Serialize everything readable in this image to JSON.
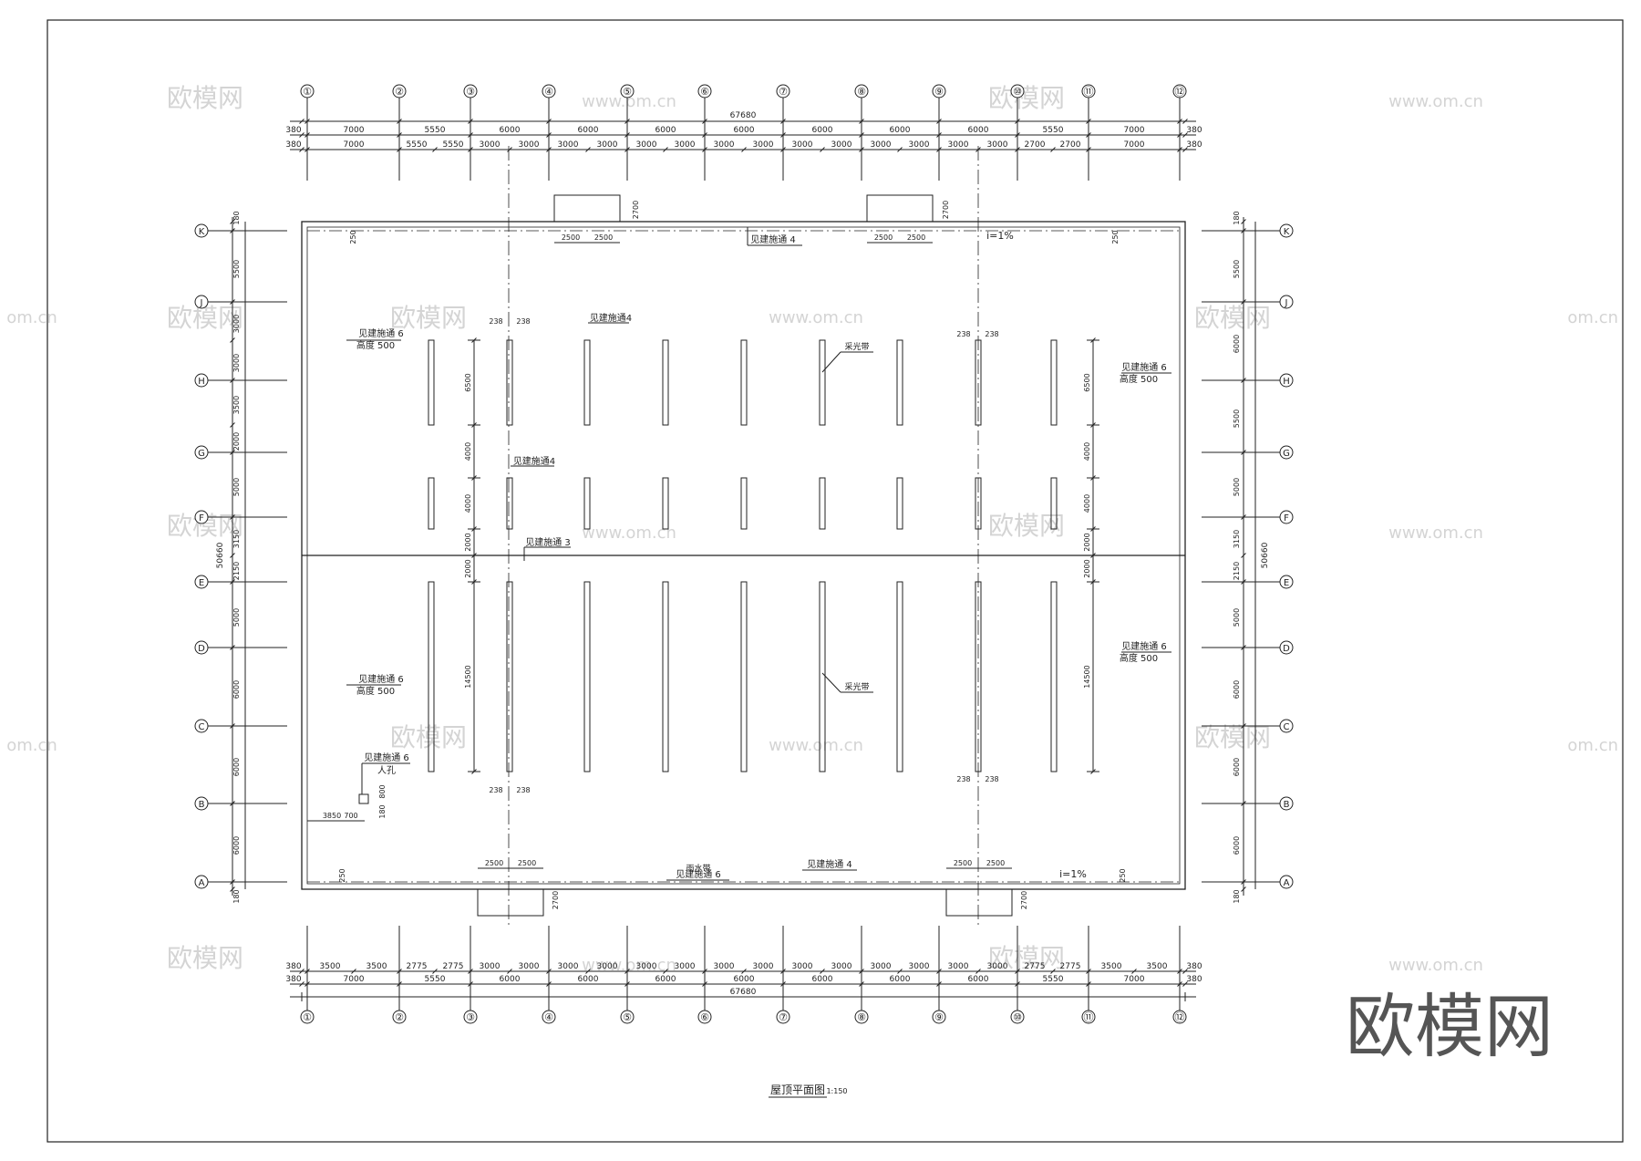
{
  "axes": {
    "columns": [
      "①",
      "②",
      "③",
      "④",
      "⑤",
      "⑥",
      "⑦",
      "⑧",
      "⑨",
      "⑩",
      "⑪",
      "⑫"
    ],
    "rows": [
      "K",
      "J",
      "H",
      "G",
      "F",
      "E",
      "D",
      "C",
      "B",
      "A"
    ]
  },
  "dimensions": {
    "top_total": "67680",
    "top_row1": [
      "380",
      "7000",
      "5550",
      "6000",
      "6000",
      "6000",
      "6000",
      "6000",
      "6000",
      "6000",
      "5550",
      "7000",
      "380"
    ],
    "top_row2": [
      "380",
      "7000",
      "5550",
      "5550",
      "3000",
      "3000",
      "3000",
      "3000",
      "3000",
      "3000",
      "3000",
      "3000",
      "3000",
      "3000",
      "3000",
      "3000",
      "3000",
      "3000",
      "2700",
      "2700",
      "7000",
      "380"
    ],
    "bottom_row1": [
      "380",
      "3500",
      "3500",
      "2775",
      "2775",
      "3000",
      "3000",
      "3000",
      "3000",
      "3000",
      "3000",
      "3000",
      "3000",
      "3000",
      "3000",
      "3000",
      "3000",
      "3000",
      "3000",
      "2775",
      "2775",
      "3500",
      "3500",
      "380"
    ],
    "bottom_row2": [
      "380",
      "7000",
      "5550",
      "6000",
      "6000",
      "6000",
      "6000",
      "6000",
      "6000",
      "6000",
      "5550",
      "7000",
      "380"
    ],
    "bottom_total": "67680",
    "left_col": [
      "180",
      "5500",
      "3000",
      "3000",
      "3500",
      "2000",
      "5000",
      "3150",
      "2150",
      "5000",
      "6000",
      "6000",
      "6000",
      "180"
    ],
    "left_total": "50660",
    "right_col": [
      "180",
      "5500",
      "6000",
      "5500",
      "5000",
      "3150",
      "2150",
      "5000",
      "6000",
      "6000",
      "6000",
      "180"
    ],
    "right_total": "50660",
    "inner_segments": [
      "6500",
      "4000",
      "4000",
      "2000",
      "2000",
      "14500"
    ],
    "misc": {
      "d2700": "2700",
      "d2500": "2500",
      "d250": "250",
      "d238": "238",
      "d3850": "3850",
      "d700": "700",
      "d800": "800",
      "d180": "180"
    }
  },
  "annotations": {
    "see4": "见建施通 4",
    "see4b": "见建施通4",
    "see3": "见建施通 3",
    "see6": "见建施通 6",
    "height500": "高度 500",
    "skylight": "采光带",
    "slope": "i=1%",
    "manhole": "人孔",
    "gutter": "雨水带"
  },
  "title": {
    "name": "屋顶平面图",
    "scale": "1:150"
  },
  "watermark": {
    "brand": "欧模网",
    "url": "www.om.cn",
    "url_partial": "om.cn"
  }
}
